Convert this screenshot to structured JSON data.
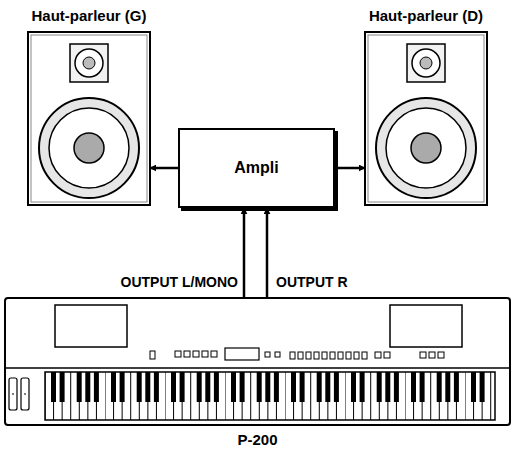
{
  "diagram": {
    "nodes": [
      {
        "text": [
          "Haut-parleur (G)"
        ]
      },
      {
        "text": [
          "Haut-parleur (D)"
        ]
      },
      {
        "text": [
          "Ampli"
        ]
      },
      {
        "text": [
          "P-200"
        ]
      }
    ],
    "edges": [
      {
        "from": 2,
        "to": 0,
        "arrow": "to"
      },
      {
        "from": 2,
        "to": 1,
        "arrow": "to"
      },
      {
        "from": 3,
        "to": 2,
        "label": "OUTPUT L/MONO",
        "arrow": "to"
      },
      {
        "from": 3,
        "to": 2,
        "label": "OUTPUT R",
        "arrow": "to"
      }
    ]
  }
}
